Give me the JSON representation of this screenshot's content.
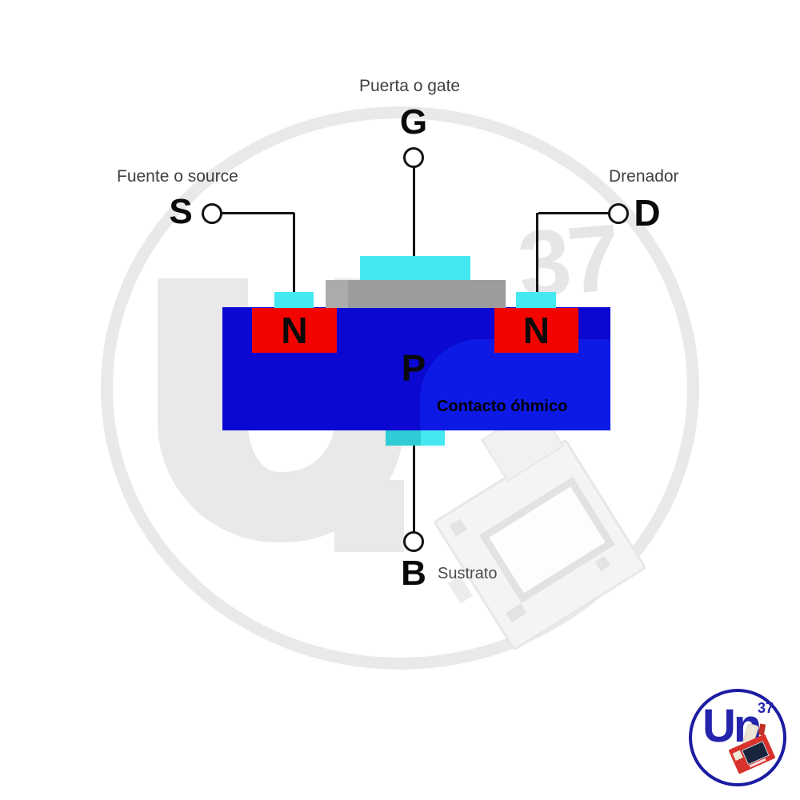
{
  "labels": {
    "gate": "Puerta o gate",
    "source": "Fuente o source",
    "drain": "Drenador",
    "substrate": "Sustrato",
    "ohmic_contact": "Contacto óhmico"
  },
  "terminals": {
    "gate": "G",
    "source": "S",
    "drain": "D",
    "substrate": "B"
  },
  "regions": {
    "n_source": "N",
    "n_drain": "N",
    "p": "P"
  },
  "watermark": {
    "number": "37"
  },
  "logo": {
    "text": "Un",
    "number": "37"
  },
  "colors": {
    "substrate_blue": "#0b08d2",
    "substrate_blue_light": "#0d1ae6",
    "n_region_red": "#f20400",
    "contact_cyan": "#45e8f0",
    "contact_cyan_dark": "#2fccd6",
    "gate_gray": "#9c9c9c",
    "wire_black": "#141414",
    "watermark_gray": "#e9e9e9",
    "label_gray": "#3f3f3f",
    "logo_blue": "#2424ac"
  }
}
